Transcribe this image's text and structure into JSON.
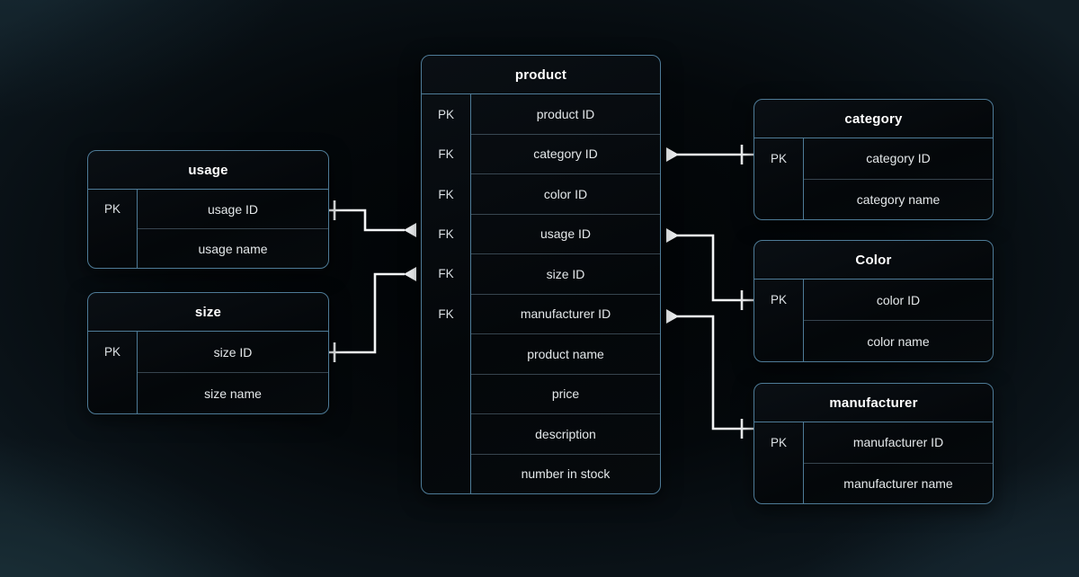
{
  "colors": {
    "table_border": "#4e7b97",
    "header_text": "#ffffff",
    "row_text": "#e4e8ea",
    "key_text": "#dce1e5",
    "row_divider": "rgba(137,168,189,0.38)",
    "connector": "#f4f6f7",
    "background_center": "#04080b",
    "background_edge": "#101c23"
  },
  "diagram_type": "entity-relationship",
  "tables": {
    "product": {
      "title": "product",
      "rows": [
        {
          "key": "PK",
          "name": "product ID"
        },
        {
          "key": "FK",
          "name": "category ID"
        },
        {
          "key": "FK",
          "name": "color ID"
        },
        {
          "key": "FK",
          "name": "usage ID"
        },
        {
          "key": "FK",
          "name": "size ID"
        },
        {
          "key": "FK",
          "name": "manufacturer ID"
        },
        {
          "key": "",
          "name": "product name"
        },
        {
          "key": "",
          "name": "price"
        },
        {
          "key": "",
          "name": "description"
        },
        {
          "key": "",
          "name": "number in stock"
        }
      ]
    },
    "usage": {
      "title": "usage",
      "rows": [
        {
          "key": "PK",
          "name": "usage ID"
        },
        {
          "key": "",
          "name": "usage name"
        }
      ]
    },
    "size": {
      "title": "size",
      "rows": [
        {
          "key": "PK",
          "name": "size ID"
        },
        {
          "key": "",
          "name": "size name"
        }
      ]
    },
    "category": {
      "title": "category",
      "rows": [
        {
          "key": "PK",
          "name": "category ID"
        },
        {
          "key": "",
          "name": "category name"
        }
      ]
    },
    "color": {
      "title": "Color",
      "rows": [
        {
          "key": "PK",
          "name": "color ID"
        },
        {
          "key": "",
          "name": "color name"
        }
      ]
    },
    "manufacturer": {
      "title": "manufacturer",
      "rows": [
        {
          "key": "PK",
          "name": "manufacturer ID"
        },
        {
          "key": "",
          "name": "manufacturer name"
        }
      ]
    }
  },
  "relationships": [
    {
      "from": "usage.usage ID",
      "to": "product.usage ID",
      "from_marker": "single-tick",
      "to_marker": "filled-arrow"
    },
    {
      "from": "size.size ID",
      "to": "product.size ID",
      "from_marker": "single-tick",
      "to_marker": "filled-arrow"
    },
    {
      "from": "product.category ID",
      "to": "category.category ID",
      "from_marker": "filled-arrow",
      "to_marker": "single-tick"
    },
    {
      "from": "product.color ID",
      "to": "Color.color ID",
      "from_marker": "filled-arrow",
      "to_marker": "single-tick"
    },
    {
      "from": "product.manufacturer ID",
      "to": "manufacturer.manufacturer ID",
      "from_marker": "filled-arrow",
      "to_marker": "single-tick"
    }
  ]
}
